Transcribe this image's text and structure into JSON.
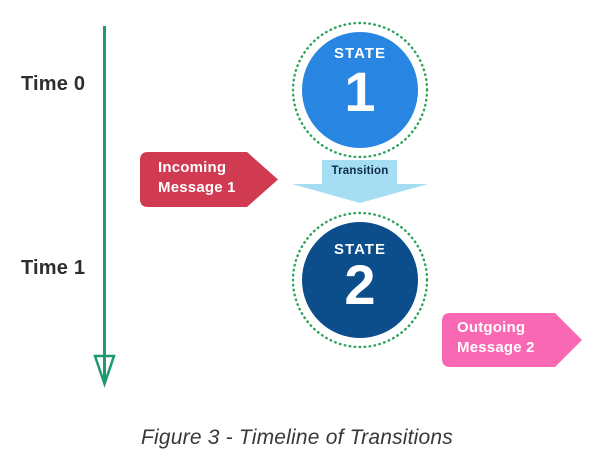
{
  "diagram": {
    "caption": "Figure 3 - Timeline of Transitions"
  },
  "timeline": {
    "time0_label": "Time 0",
    "time1_label": "Time 1",
    "arrow_color": "#1E9A6C"
  },
  "states": [
    {
      "label": "STATE",
      "number": "1",
      "fill": "#2886E2"
    },
    {
      "label": "STATE",
      "number": "2",
      "fill": "#0C4D8C"
    }
  ],
  "transition": {
    "label": "Transition",
    "fill": "#A5DDF2",
    "text_color": "#0D2B45"
  },
  "messages": {
    "incoming": {
      "line1": "Incoming",
      "line2": "Message 1",
      "fill": "#D13B52"
    },
    "outgoing": {
      "line1": "Outgoing",
      "line2": "Message 2",
      "fill": "#F969B3"
    }
  },
  "ring_color": "#2FA25C"
}
